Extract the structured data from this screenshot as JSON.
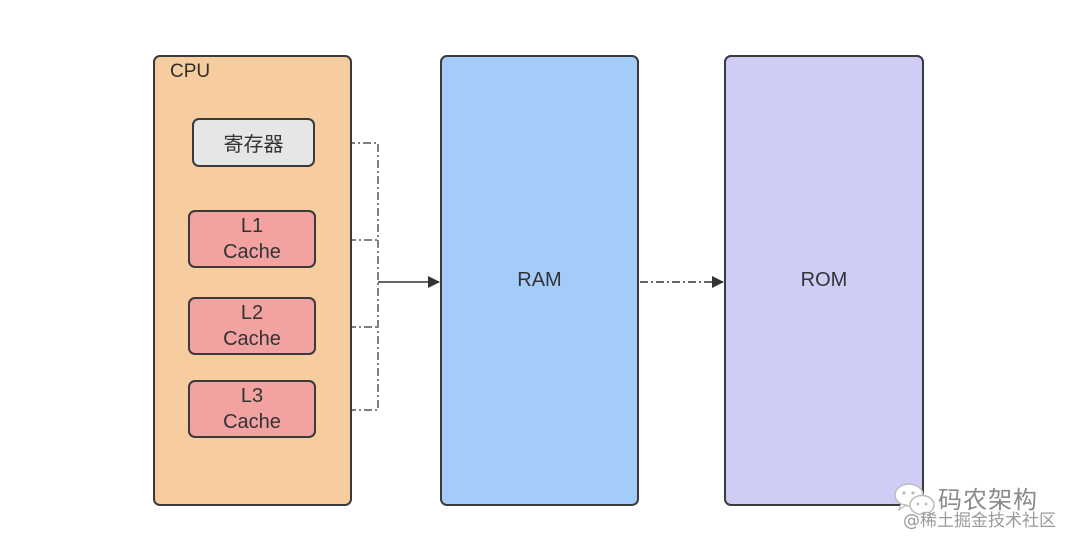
{
  "diagram": {
    "cpu": {
      "label": "CPU",
      "color": "#f7cda0"
    },
    "register": {
      "label": "寄存器",
      "color": "#e6e6e6"
    },
    "caches": [
      {
        "line1": "L1",
        "line2": "Cache",
        "color": "#f1a2a1"
      },
      {
        "line1": "L2",
        "line2": "Cache",
        "color": "#f1a2a1"
      },
      {
        "line1": "L3",
        "line2": "Cache",
        "color": "#f1a2a1"
      }
    ],
    "ram": {
      "label": "RAM",
      "color": "#a4ccfb"
    },
    "rom": {
      "label": "ROM",
      "color": "#cfcdf6"
    },
    "connectors": [
      {
        "from": "寄存器",
        "to": "bus",
        "style": "dash-dot"
      },
      {
        "from": "L1 Cache",
        "to": "bus",
        "style": "dash-dot"
      },
      {
        "from": "L2 Cache",
        "to": "bus",
        "style": "dash-dot"
      },
      {
        "from": "L3 Cache",
        "to": "bus",
        "style": "dash-dot"
      },
      {
        "from": "bus",
        "to": "RAM",
        "style": "solid-arrow"
      },
      {
        "from": "RAM",
        "to": "ROM",
        "style": "dash-dot-arrow"
      }
    ]
  },
  "watermark": {
    "title": "码农架构",
    "subtitle": "@稀土掘金技术社区",
    "icon": "wechat-icon"
  }
}
